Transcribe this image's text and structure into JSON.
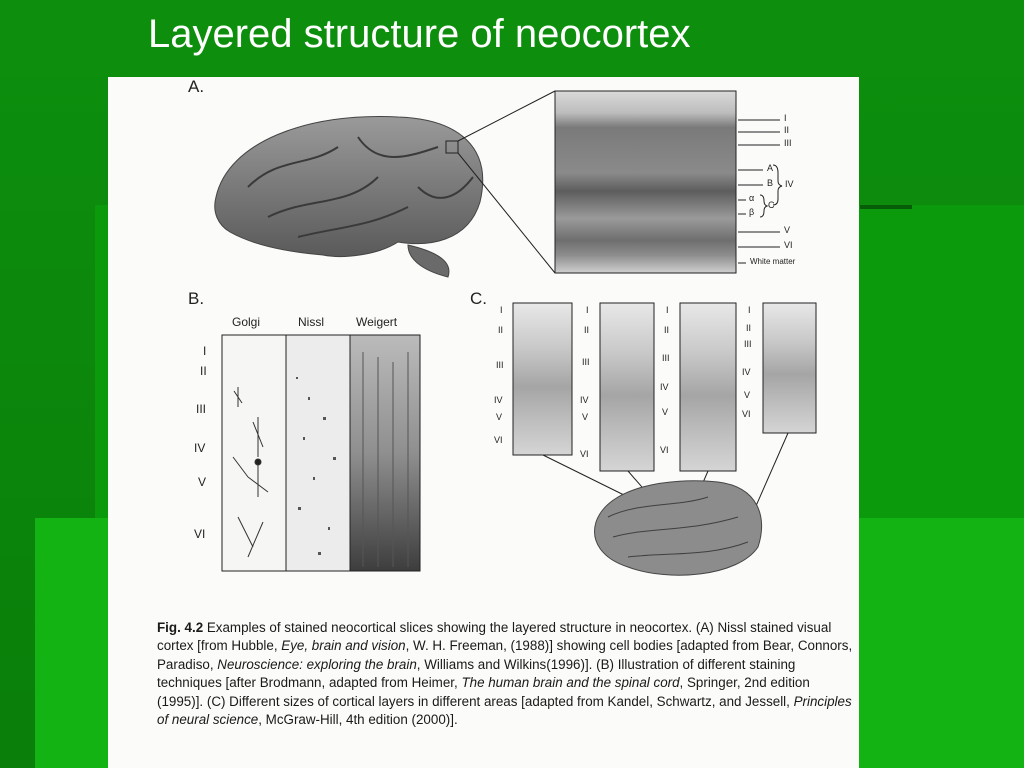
{
  "slide": {
    "title": "Layered structure of neocortex"
  },
  "figure": {
    "panel_a": {
      "label": "A.",
      "layers": [
        "I",
        "II",
        "III",
        "A",
        "B",
        "IV",
        "α",
        "C",
        "β",
        "V",
        "VI",
        "White matter"
      ]
    },
    "panel_b": {
      "label": "B.",
      "columns": [
        "Golgi",
        "Nissl",
        "Weigert"
      ],
      "layers": [
        "I",
        "II",
        "III",
        "IV",
        "V",
        "VI"
      ]
    },
    "panel_c": {
      "label": "C.",
      "slices": [
        {
          "layers": [
            "I",
            "II",
            "III",
            "IV",
            "V",
            "VI"
          ]
        },
        {
          "layers": [
            "I",
            "II",
            "III",
            "IV",
            "V",
            "VI"
          ]
        },
        {
          "layers": [
            "I",
            "II",
            "III",
            "IV",
            "V",
            "VI"
          ]
        },
        {
          "layers": [
            "I",
            "II",
            "III",
            "IV",
            "V",
            "VI"
          ]
        }
      ]
    },
    "caption": {
      "fig": "Fig. 4.2",
      "p1": " Examples of stained neocortical slices showing the layered structure in neocortex. (A) Nissl stained visual cortex [from Hubble, ",
      "i1": "Eye, brain and vision",
      "p2": ", W. H. Freeman, (1988)] showing cell bodies [adapted from Bear, Connors, Paradiso, ",
      "i2": "Neuroscience: exploring the brain",
      "p3": ", Williams and Wilkins(1996)]. (B) Illustration of different staining techniques [after Brodmann, adapted from Heimer, ",
      "i3": "The human brain and the spinal cord",
      "p4": ", Springer, 2nd edition (1995)]. (C) Different sizes of cortical layers in different areas [adapted from Kandel, Schwartz, and Jessell, ",
      "i4": "Principles of neural science",
      "p5": ", McGraw-Hill, 4th edition (2000)]."
    }
  }
}
